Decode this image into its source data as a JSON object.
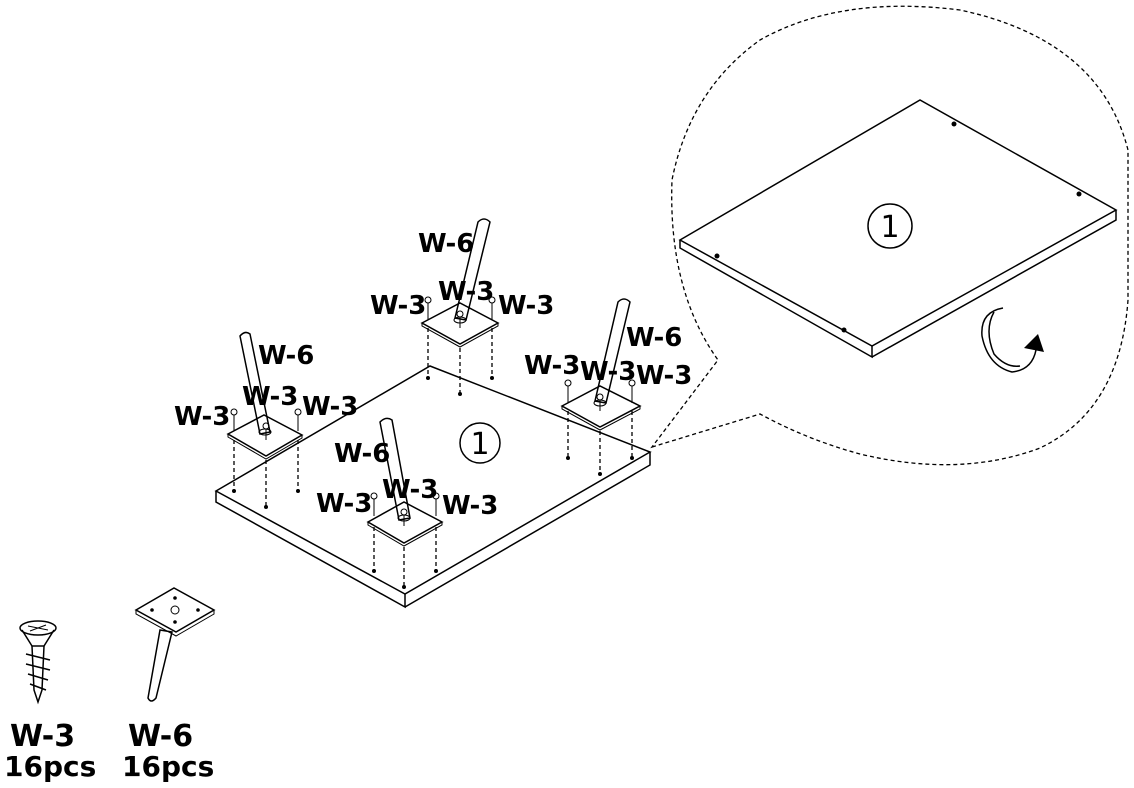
{
  "diagram": {
    "part_number": "1",
    "main_panel": {
      "part_label": "1",
      "legs": [
        {
          "leg_label": "W-6",
          "screw_label_left": "W-3",
          "screw_label_middle": "W-3",
          "screw_label_right": "W-3"
        },
        {
          "leg_label": "W-6",
          "screw_label_left": "W-3",
          "screw_label_middle": "W-3",
          "screw_label_right": "W-3"
        },
        {
          "leg_label": "W-6",
          "screw_label_left": "W-3",
          "screw_label_middle": "W-3",
          "screw_label_right": "W-3"
        },
        {
          "leg_label": "W-6",
          "screw_label_left": "W-3",
          "screw_label_middle": "W-3",
          "screw_label_right": "W-3"
        }
      ]
    },
    "detail_view": {
      "part_label": "1",
      "flip_icon": "rotate-arrow-icon"
    },
    "parts_legend": [
      {
        "code": "W-3",
        "quantity": "16pcs",
        "icon": "screw-icon"
      },
      {
        "code": "W-6",
        "quantity": "16pcs",
        "icon": "table-leg-icon"
      }
    ]
  }
}
